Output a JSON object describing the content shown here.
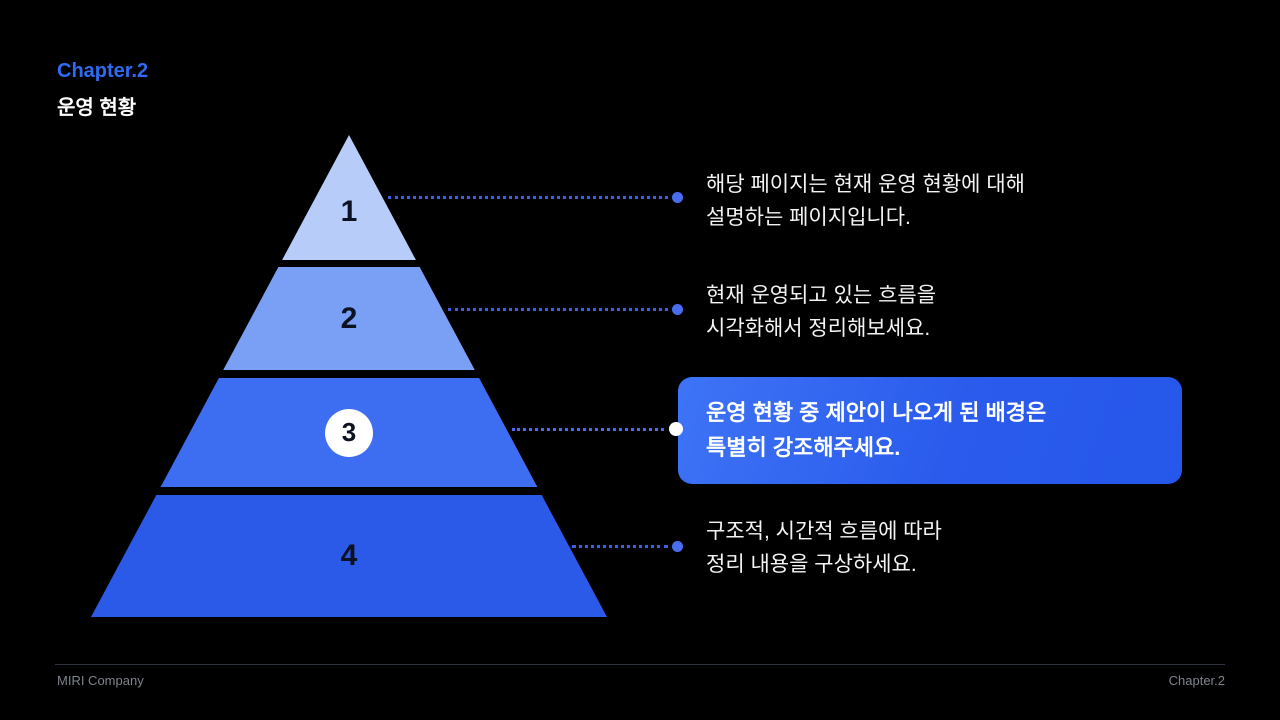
{
  "header": {
    "chapter_label": "Chapter.2",
    "page_title": "운영 현황"
  },
  "pyramid": {
    "levels": [
      {
        "number": "1",
        "color": "#b7ccf9"
      },
      {
        "number": "2",
        "color": "#79a0f5"
      },
      {
        "number": "3",
        "color": "#3d6ef2",
        "highlighted": true
      },
      {
        "number": "4",
        "color": "#2b5ae9"
      }
    ]
  },
  "annotations": [
    {
      "line1": "해당 페이지는 현재 운영 현황에 대해",
      "line2": "설명하는 페이지입니다."
    },
    {
      "line1": "현재 운영되고 있는 흐름을",
      "line2": "시각화해서 정리해보세요."
    },
    {
      "line1": "운영 현황 중 제안이 나오게 된 배경은",
      "line2": "특별히 강조해주세요.",
      "highlighted": true
    },
    {
      "line1": "구조적, 시간적 흐름에 따라",
      "line2": "정리 내용을 구상하세요."
    }
  ],
  "footer": {
    "company": "MIRI Company",
    "chapter": "Chapter.2"
  },
  "colors": {
    "background": "#000000",
    "accent_blue": "#2f6bf2",
    "leader_line": "#3f5fe0",
    "endpoint_dot": "#4a6cf0",
    "highlight_box_start": "#3e74f6",
    "highlight_box_end": "#2557ea",
    "level_number_text": "#0c1222",
    "footer_text": "#7e838d"
  }
}
